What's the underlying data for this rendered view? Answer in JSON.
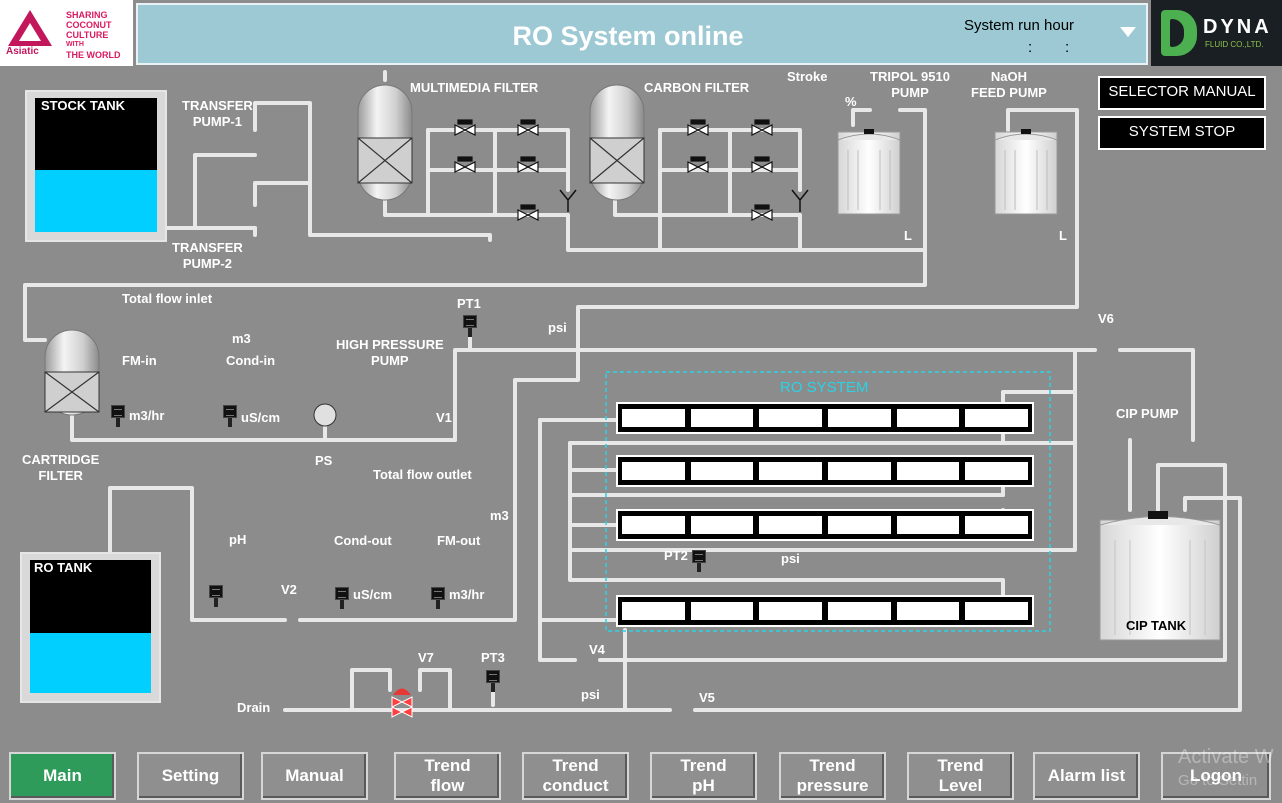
{
  "header": {
    "left_logo_brand": "Asiatic",
    "left_logo_slogan": [
      "SHARING",
      "COCONUT",
      "CULTURE",
      "WITH",
      "THE WORLD"
    ],
    "title": "RO System online",
    "run_hour_label": "System run hour",
    "run_hour_value": ":     :",
    "right_logo_text": "DYNA",
    "right_logo_sub": "FLUID CO.,LTD."
  },
  "controls": {
    "selector": "SELECTOR MANUAL",
    "stop": "SYSTEM STOP"
  },
  "tanks": {
    "stock": {
      "name": "STOCK TANK",
      "level_percent": 46
    },
    "ro": {
      "name": "RO TANK",
      "level_percent": 45
    },
    "cip": "CIP TANK"
  },
  "labels": {
    "transfer_pump_1": "TRANSFER\nPUMP-1",
    "transfer_pump_2": "TRANSFER\nPUMP-2",
    "multimedia_filter": "MULTIMEDIA FILTER",
    "carbon_filter": "CARBON FILTER",
    "stroke": "Stroke",
    "percent": "%",
    "tripol_pump": "TRIPOL 9510\nPUMP",
    "naoh_pump": "NaOH\nFEED PUMP",
    "level_l1": "L",
    "level_l2": "L",
    "total_flow_inlet": "Total flow inlet",
    "m3_in": "m3",
    "fm_in": "FM-in",
    "cond_in": "Cond-in",
    "fm_in_unit": "m3/hr",
    "cond_in_unit": "uS/cm",
    "high_pressure_pump": "HIGH PRESSURE\nPUMP",
    "pt1": "PT1",
    "psi_pt1": "psi",
    "v1": "V1",
    "ps": "PS",
    "cartridge_filter": "CARTRIDGE\nFILTER",
    "total_flow_outlet": "Total flow outlet",
    "v6": "V6",
    "ro_system": "RO SYSTEM",
    "cip_pump": "CIP PUMP",
    "m3_out": "m3",
    "ph": "pH",
    "cond_out": "Cond-out",
    "fm_out": "FM-out",
    "v2": "V2",
    "cond_out_unit": "uS/cm",
    "fm_out_unit": "m3/hr",
    "pt2": "PT2",
    "psi_pt2": "psi",
    "v4": "V4",
    "v7": "V7",
    "pt3": "PT3",
    "drain": "Drain",
    "psi_pt3": "psi",
    "v5": "V5"
  },
  "nav": [
    {
      "label": "Main",
      "active": true
    },
    {
      "label": "Setting",
      "active": false
    },
    {
      "label": "Manual",
      "active": false
    },
    {
      "label": "Trend\nflow",
      "active": false
    },
    {
      "label": "Trend\nconduct",
      "active": false
    },
    {
      "label": "Trend\npH",
      "active": false
    },
    {
      "label": "Trend\npressure",
      "active": false
    },
    {
      "label": "Trend\nLevel",
      "active": false
    },
    {
      "label": "Alarm list",
      "active": false
    },
    {
      "label": "Logon",
      "active": false
    }
  ],
  "watermark": {
    "line1": "Activate W",
    "line2": "Go to Settin"
  },
  "colors": {
    "background": "#8c8c8c",
    "pipe": "#e8e8e8",
    "water": "#00cfff",
    "ro_frame": "#29d3e6",
    "active_nav": "#2e9b5a"
  }
}
